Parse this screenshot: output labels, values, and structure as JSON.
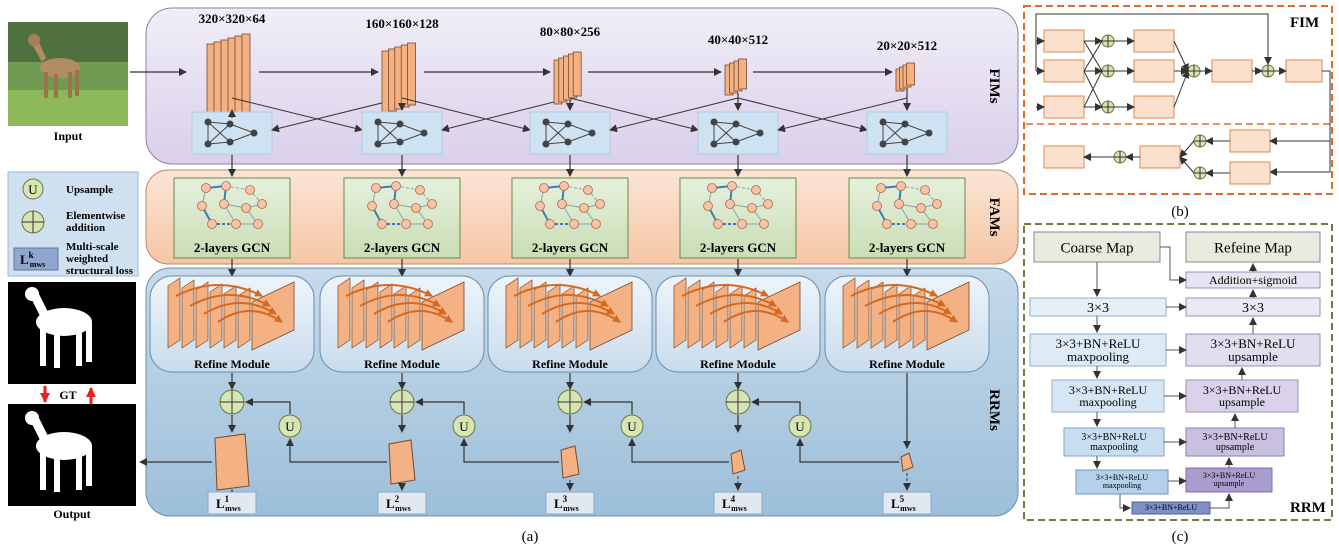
{
  "input_label": "Input",
  "output_label": "Output",
  "gt_label": "GT",
  "caption_a": "(a)",
  "caption_b": "(b)",
  "caption_c": "(c)",
  "section_labels": {
    "fims": "FIMs",
    "fams": "FAMs",
    "rrms": "RRMs"
  },
  "encoder_sizes": [
    "320×320×64",
    "160×160×128",
    "80×80×256",
    "40×40×512",
    "20×20×512"
  ],
  "gcn_label": "2-layers GCN",
  "refine_label": "Refine Module",
  "loss_labels": [
    {
      "main": "L",
      "sup": "1",
      "sub": "mws"
    },
    {
      "main": "L",
      "sup": "2",
      "sub": "mws"
    },
    {
      "main": "L",
      "sup": "3",
      "sub": "mws"
    },
    {
      "main": "L",
      "sup": "4",
      "sub": "mws"
    },
    {
      "main": "L",
      "sup": "5",
      "sub": "mws"
    }
  ],
  "upsample_symbol": "U",
  "legend": {
    "upsample": "Upsample",
    "elementwise_1": "Elementwise",
    "elementwise_2": "addition",
    "loss_symbol": {
      "main": "L",
      "sup": "k",
      "sub": "mws"
    },
    "loss_1": "Multi-scale",
    "loss_2": "weighted",
    "loss_3": "structural loss"
  },
  "fim_title": "FIM",
  "rrm_title": "RRM",
  "rrm": {
    "coarse_map": "Coarse Map",
    "refine_map": "Refeine Map",
    "addition_sigmoid": "Addition+sigmoid",
    "conv3x3_left": "3×3",
    "conv3x3_right": "3×3",
    "bn_relu": "3×3+BN+ReLU",
    "maxpooling": "maxpooling",
    "upsample": "upsample",
    "bottom": "3×3+BN+ReLU"
  }
}
